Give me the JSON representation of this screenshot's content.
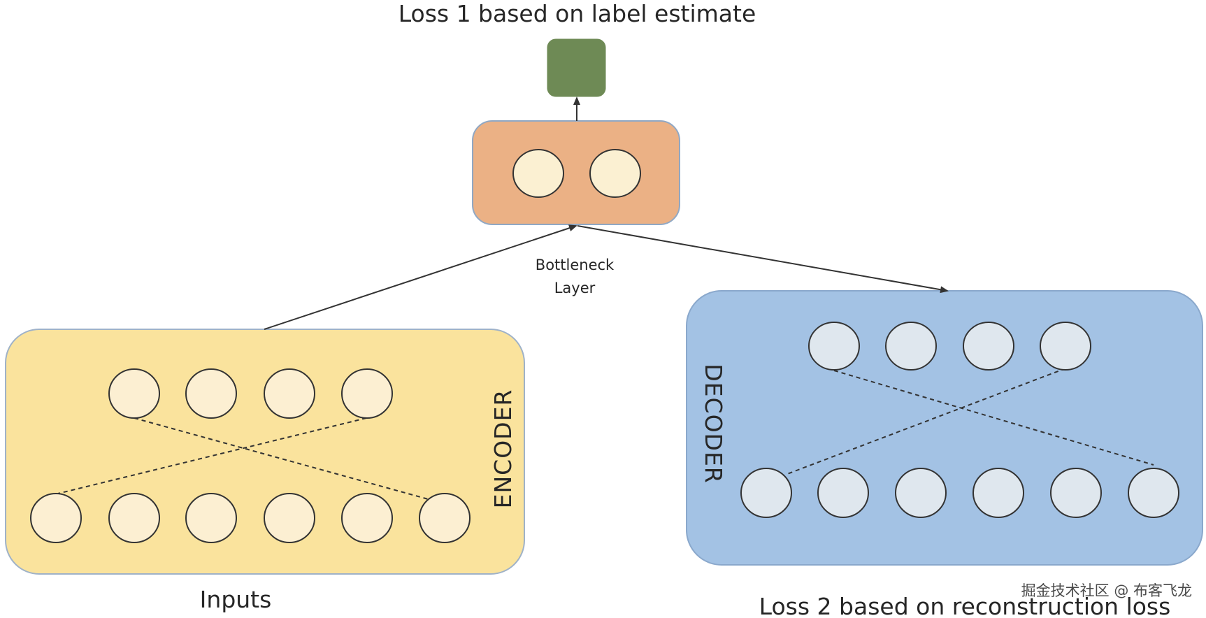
{
  "title": "Loss 1 based on label estimate",
  "bottleneck_label_line1": "Bottleneck",
  "bottleneck_label_line2": "Layer",
  "encoder_label": "ENCODER",
  "decoder_label": "DECODER",
  "inputs_label": "Inputs",
  "loss2_label": "Loss 2 based on reconstruction loss",
  "watermark": "掘金技术社区 @ 布客飞龙",
  "colors": {
    "encoder_fill": "#fae39d",
    "encoder_stroke": "#9fb2c8",
    "encoder_node": "#fcefd2",
    "decoder_fill": "#a3c2e4",
    "decoder_stroke": "#8aa8cc",
    "decoder_node": "#dfe7ee",
    "bottleneck_fill": "#ebb185",
    "bottleneck_stroke": "#90a8c4",
    "bottleneck_node": "#fbf0d2",
    "output_fill": "#6e8a55",
    "node_stroke": "#333333",
    "line": "#333333"
  },
  "encoder": {
    "top_nodes": 4,
    "bottom_nodes": 6
  },
  "decoder": {
    "top_nodes": 4,
    "bottom_nodes": 6
  },
  "bottleneck": {
    "nodes": 2
  }
}
